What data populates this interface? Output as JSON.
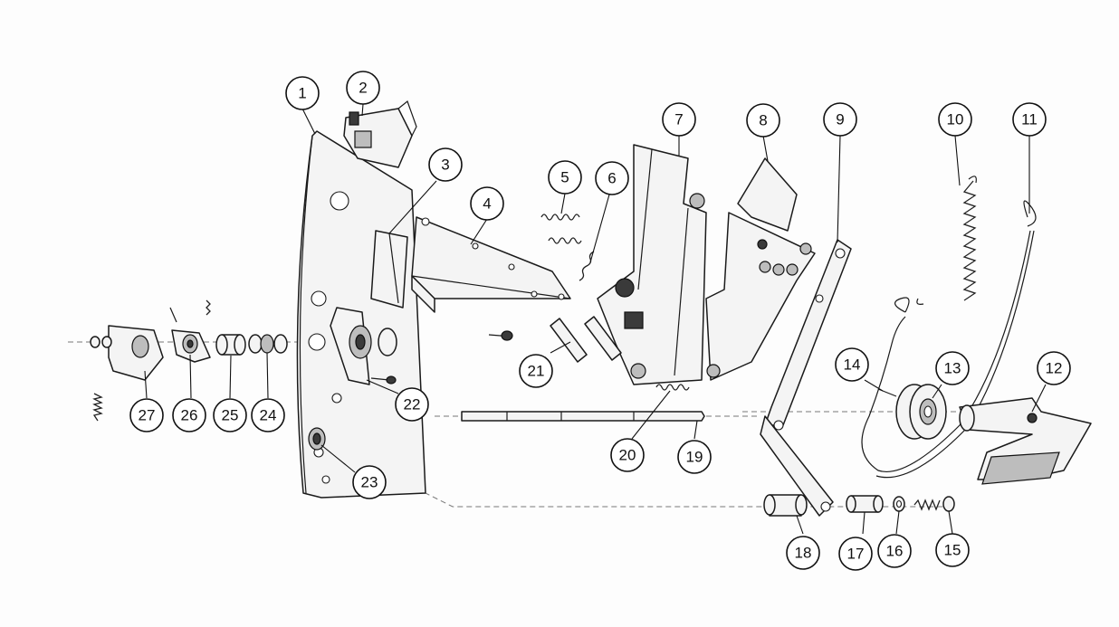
{
  "figure": {
    "callouts": [
      {
        "num": "1"
      },
      {
        "num": "2"
      },
      {
        "num": "3"
      },
      {
        "num": "4"
      },
      {
        "num": "5"
      },
      {
        "num": "6"
      },
      {
        "num": "7"
      },
      {
        "num": "8"
      },
      {
        "num": "9"
      },
      {
        "num": "10"
      },
      {
        "num": "11"
      },
      {
        "num": "12"
      },
      {
        "num": "13"
      },
      {
        "num": "14"
      },
      {
        "num": "15"
      },
      {
        "num": "16"
      },
      {
        "num": "17"
      },
      {
        "num": "18"
      },
      {
        "num": "19"
      },
      {
        "num": "20"
      },
      {
        "num": "21"
      },
      {
        "num": "22"
      },
      {
        "num": "23"
      },
      {
        "num": "24"
      },
      {
        "num": "25"
      },
      {
        "num": "26"
      },
      {
        "num": "27"
      }
    ]
  }
}
